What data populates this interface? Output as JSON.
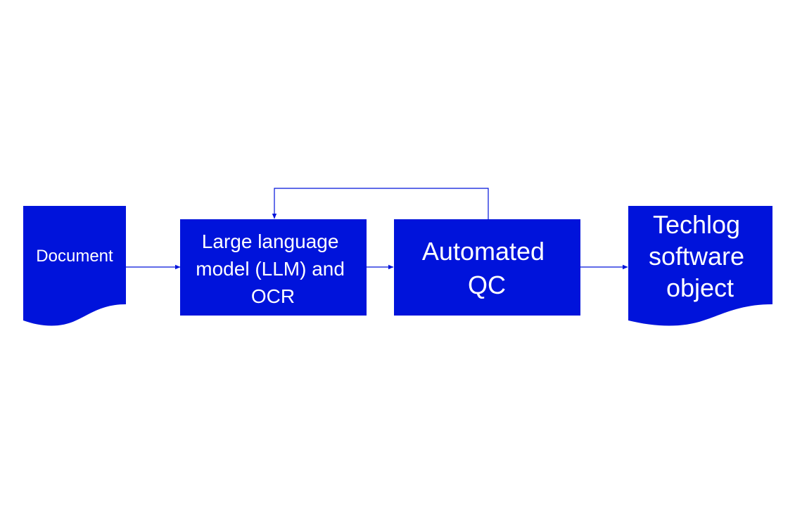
{
  "colors": {
    "node_fill": "#0013DB",
    "connector": "#0013DB",
    "text": "#FFFFFF",
    "background": "#FFFFFF"
  },
  "nodes": {
    "document": {
      "shape": "document",
      "lines": [
        "Document"
      ]
    },
    "llm_ocr": {
      "shape": "process",
      "lines": [
        "Large language",
        "model (LLM) and",
        "OCR"
      ]
    },
    "automated_qc": {
      "shape": "process",
      "lines": [
        "Automated",
        "QC"
      ]
    },
    "techlog": {
      "shape": "document",
      "lines": [
        "Techlog",
        "software",
        "object"
      ]
    }
  },
  "connections": [
    {
      "from": "document",
      "to": "llm_ocr"
    },
    {
      "from": "llm_ocr",
      "to": "automated_qc"
    },
    {
      "from": "automated_qc",
      "to": "techlog"
    },
    {
      "from": "automated_qc",
      "to": "llm_ocr",
      "kind": "feedback"
    }
  ]
}
